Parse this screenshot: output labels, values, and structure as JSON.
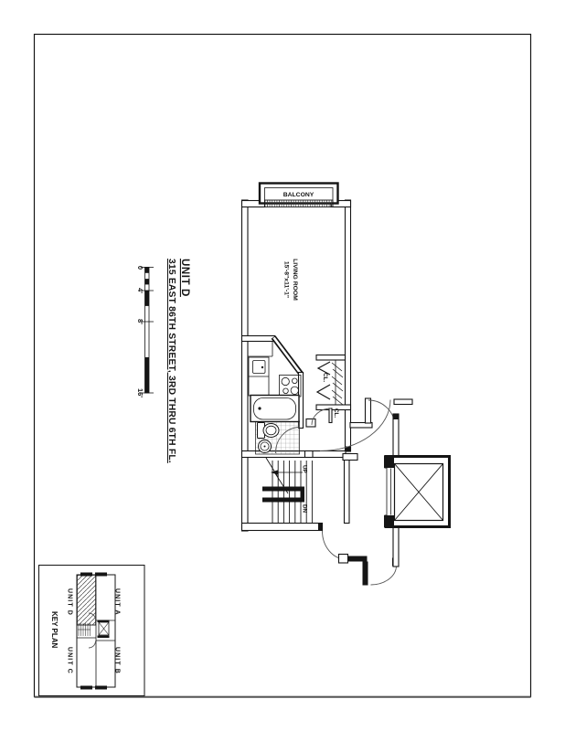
{
  "drawing": {
    "unit_title": "UNIT D",
    "address_line": "315 EAST 86TH STREET, 3RD THRU 6TH FL."
  },
  "plan_labels": {
    "balcony": "BALCONY",
    "living_room_name": "LIVING ROOM",
    "living_room_dims": "15'-8\"x11'-1\"",
    "closet_main": "CL.",
    "closet_entry": "CL.",
    "stairs_up": "UP",
    "stairs_down": "DN"
  },
  "scale_bar": {
    "labels": [
      "0",
      "4'",
      "8'",
      "16'"
    ]
  },
  "key_plan": {
    "title": "KEY PLAN",
    "unit_a": "UNIT A",
    "unit_b": "UNIT B",
    "unit_c": "UNIT C",
    "unit_d": "UNIT D"
  },
  "colors": {
    "ink": "#151515",
    "paper": "#ffffff"
  }
}
